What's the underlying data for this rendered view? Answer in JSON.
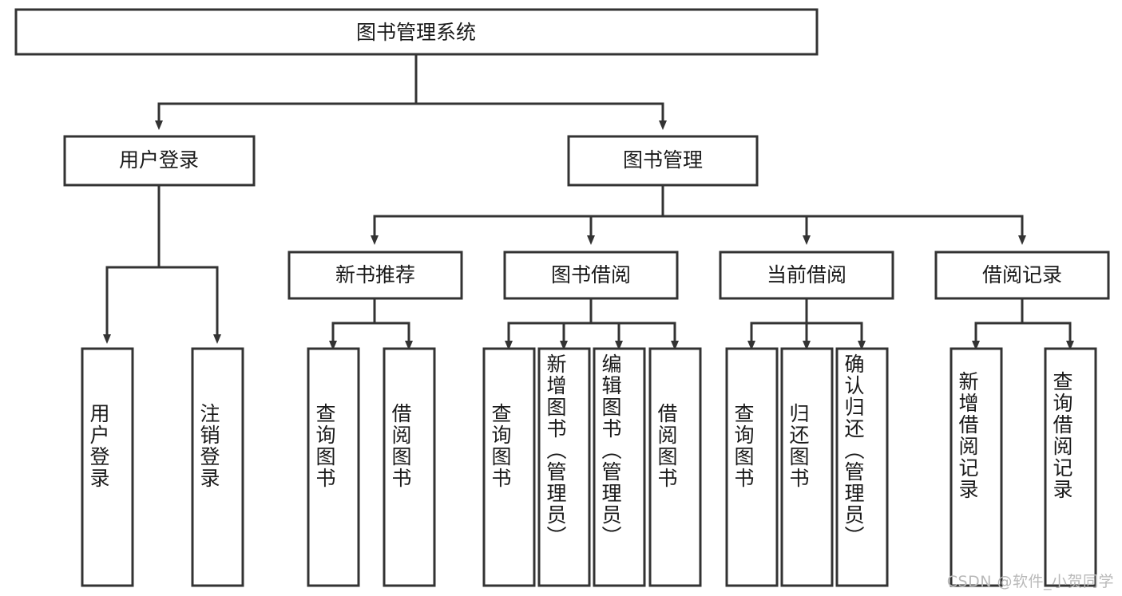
{
  "diagram": {
    "type": "tree-hierarchy",
    "title": "图书管理系统",
    "root": {
      "id": "root",
      "label": "图书管理系统"
    },
    "level2": [
      {
        "id": "user-login",
        "label": "用户登录"
      },
      {
        "id": "book-manage",
        "label": "图书管理"
      }
    ],
    "level3": [
      {
        "id": "new-book-rec",
        "label": "新书推荐",
        "parent": "book-manage"
      },
      {
        "id": "book-borrow",
        "label": "图书借阅",
        "parent": "book-manage"
      },
      {
        "id": "current-borrow",
        "label": "当前借阅",
        "parent": "book-manage"
      },
      {
        "id": "borrow-record",
        "label": "借阅记录",
        "parent": "book-manage"
      }
    ],
    "leaves": {
      "user-login": [
        {
          "id": "leaf-user-login",
          "label": "用户登录"
        },
        {
          "id": "leaf-logout",
          "label": "注销登录"
        }
      ],
      "new-book-rec": [
        {
          "id": "leaf-query-book-1",
          "label": "查询图书"
        },
        {
          "id": "leaf-borrow-book-1",
          "label": "借阅图书"
        }
      ],
      "book-borrow": [
        {
          "id": "leaf-query-book-2",
          "label": "查询图书"
        },
        {
          "id": "leaf-add-book",
          "label": "新增图书（管理员）"
        },
        {
          "id": "leaf-edit-book",
          "label": "编辑图书（管理员）"
        },
        {
          "id": "leaf-borrow-book-2",
          "label": "借阅图书"
        }
      ],
      "current-borrow": [
        {
          "id": "leaf-query-book-3",
          "label": "查询图书"
        },
        {
          "id": "leaf-return-book",
          "label": "归还图书"
        },
        {
          "id": "leaf-confirm-return",
          "label": "确认归还（管理员）"
        }
      ],
      "borrow-record": [
        {
          "id": "leaf-add-record",
          "label": "新增借阅记录"
        },
        {
          "id": "leaf-query-record",
          "label": "查询借阅记录"
        }
      ]
    },
    "colors": {
      "background": "#ffffff",
      "node_fill": "#ffffff",
      "node_stroke": "#333333",
      "text": "#1a1a1a",
      "watermark": "#b9b9b9"
    }
  },
  "watermark": {
    "text": "CSDN @软件_小贺同学"
  }
}
